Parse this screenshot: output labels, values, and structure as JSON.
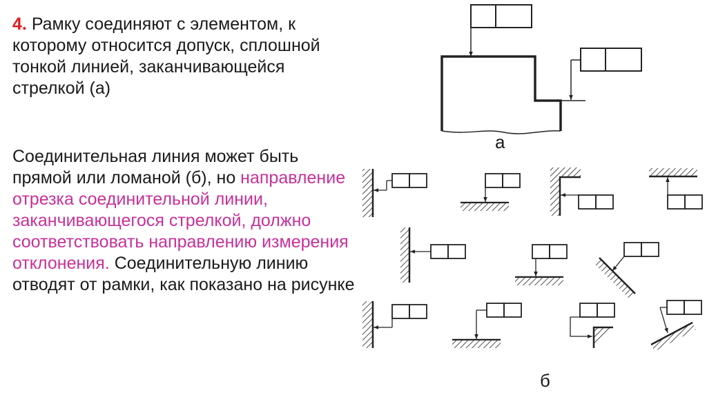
{
  "slide": {
    "number": "4.",
    "para1": "Рамку соединяют с элементом, к которому относится допуск, сплошной тонкой линией, заканчивающейся стрелкой (а)",
    "para2_start": "Соединительная линия может быть прямой или ломаной (б), но",
    "para2_highlight": "направление отрезка соединительной линии, заканчивающегося стрелкой, должно соответствовать направлению измерения отклонения.",
    "para2_end": "Соединительную линию отводят от рамки, как показано на рисунке",
    "caption_a": "а",
    "caption_b": "б"
  },
  "colors": {
    "number": "#e11d1d",
    "highlight": "#c8309a",
    "text": "#1a1a1a"
  }
}
